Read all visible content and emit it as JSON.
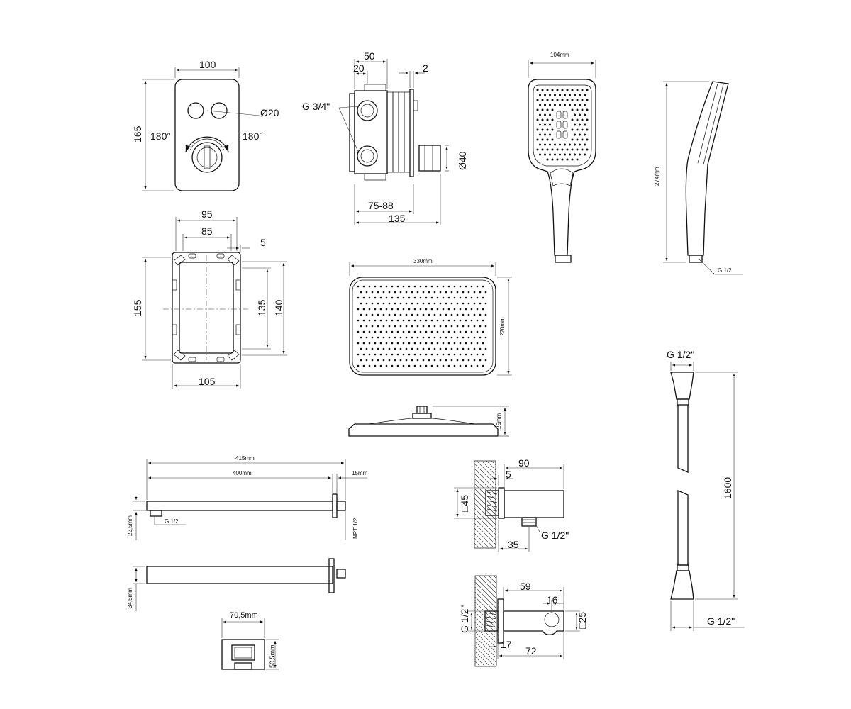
{
  "diagram": {
    "panel": {
      "width": "100",
      "height": "165",
      "button_dia": "Ø20",
      "angle_left": "180°",
      "angle_right": "180°"
    },
    "valve_body": {
      "depth": "50",
      "flange": "20",
      "plate": "2",
      "thread": "G 3/4\"",
      "spindle_dia": "Ø40",
      "mount_range": "75-88",
      "total_depth": "135"
    },
    "mount_frame": {
      "outer_width": "95",
      "inner_width": "85",
      "gap": "5",
      "height": "155",
      "inner_height": "135",
      "rail_height": "140",
      "bottom_width": "105"
    },
    "hand_shower": {
      "width": "104mm",
      "length": "274mm",
      "connection": "G 1/2"
    },
    "rain_shower": {
      "width": "330mm",
      "depth": "220mm",
      "height": "25mm"
    },
    "shower_arm": {
      "total_length": "415mm",
      "arm_length": "400mm",
      "flange": "15mm",
      "height": "22,5mm",
      "connection": "G 1/2",
      "wall_thread": "NPT 1/2",
      "rose_height": "34,5mm"
    },
    "wall_outlet": {
      "depth": "90",
      "wall_gap": "5",
      "square": "□45",
      "thread_offset": "35",
      "connection": "G 1/2\""
    },
    "holder": {
      "width": "70,5mm",
      "height": "50,5mm"
    },
    "spout": {
      "length": "59",
      "offset": "16",
      "square": "□25",
      "inlet": "G 1/2\"",
      "wall_gap": "17",
      "projection": "72"
    },
    "hose": {
      "top_connection": "G 1/2\"",
      "length": "1600",
      "bottom_connection": "G 1/2\""
    }
  }
}
